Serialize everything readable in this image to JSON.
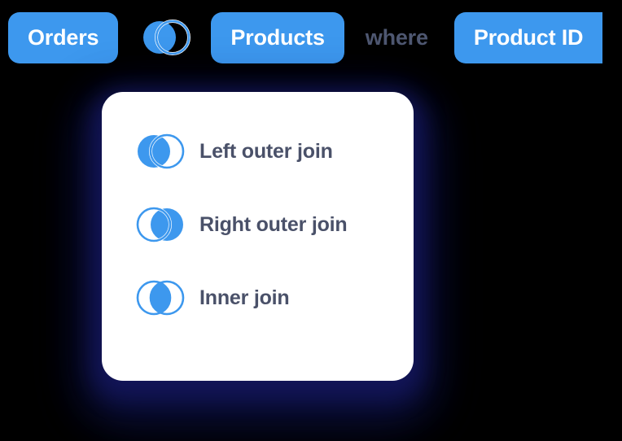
{
  "expression_bar": {
    "left_table_label": "Orders",
    "join_icon_name": "left-outer-join-venn-icon",
    "right_table_label": "Products",
    "conjunction_label": "where",
    "condition_label": "Product ID"
  },
  "dropdown": {
    "options": [
      {
        "label": "Left outer join",
        "icon": "left-outer-join-venn-icon",
        "selected": true
      },
      {
        "label": "Right outer join",
        "icon": "right-outer-join-venn-icon",
        "selected": false
      },
      {
        "label": "Inner join",
        "icon": "inner-join-venn-icon",
        "selected": false
      }
    ]
  },
  "colors": {
    "accent_blue": "#3d98ee",
    "pill_text": "#ffffff",
    "conjunction_text": "#4e5771",
    "option_text": "#4a5169",
    "card_background": "#ffffff",
    "page_background": "#000000",
    "shadow_navy": "#13165a"
  }
}
